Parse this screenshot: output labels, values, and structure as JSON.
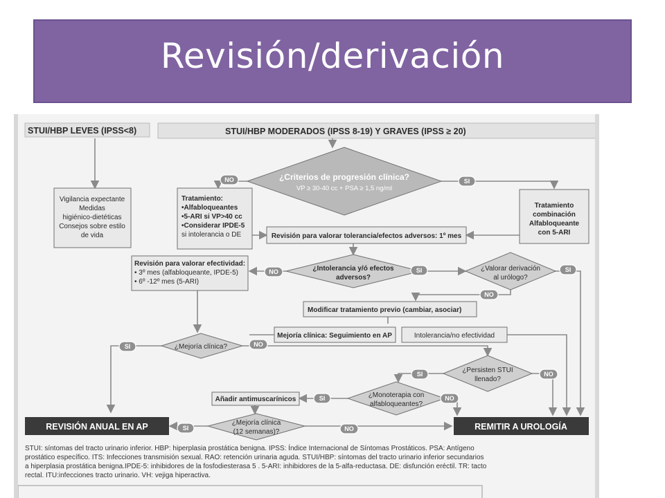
{
  "slide": {
    "title": "Revisión/derivación"
  },
  "flow": {
    "header_left": "STUI/HBP LEVES (IPSS<8)",
    "header_right": "STUI/HBP MODERADOS (IPSS 8-19) Y GRAVES (IPSS ≥ 20)",
    "decision_progression": {
      "line1": "¿Criterios de progresión clínica?",
      "line2": "VP ≥ 30-40 cc + PSA ≥ 1,5 ng/ml"
    },
    "vigilancia": [
      "Vigilancia expectante",
      "Medidas",
      "higiénico-dietéticas",
      "Consejos sobre estilo",
      "de vida"
    ],
    "tratamiento": {
      "title": "Tratamiento:",
      "items": [
        "•Alfabloqueantes",
        "•5-ARI si VP>40 cc",
        "•Considerar IPDE-5",
        " si intolerancia o DE"
      ]
    },
    "combinacion": [
      "Tratamiento",
      "combinación",
      "Alfabloqueante",
      "con 5-ARI"
    ],
    "revision_tolerancia": "Revisión para valorar tolerancia/efectos adversos: 1º mes",
    "revision_efectividad": {
      "title": "Revisión para valorar efectividad:",
      "items": [
        "• 3º mes (alfabloqueante, IPDE-5)",
        "• 6º -12º mes (5-ARI)"
      ]
    },
    "decision_intolerancia": [
      "¿Intolerancia y/ó efectos",
      "adversos?"
    ],
    "decision_derivacion": [
      "¿Valorar derivación",
      "al urólogo?"
    ],
    "modificar": "Modificar tratamiento previo (cambiar, asociar)",
    "mejoria_ap": "Mejoría clínica: Seguimiento en AP",
    "intolerancia_no_efect": "Intolerancia/no efectividad",
    "decision_mejoria": "¿Mejoría clínica?",
    "decision_persisten": [
      "¿Persisten STUI",
      "llenado?"
    ],
    "decision_monoterapia": [
      "¿Monoterapia con",
      "alfabloqueantes?"
    ],
    "antimuscarinicos": "Añadir antimuscarínicos",
    "decision_mejoria12": [
      "¿Mejoría clínica",
      "(12 semanas)?"
    ],
    "revision_anual": "REVISIÓN ANUAL EN AP",
    "remitir": "REMITIR A UROLOGÍA",
    "yes_label": "SI",
    "no_label": "NO"
  },
  "footnote": {
    "line1": "STUI: síntomas del tracto urinario inferior. HBP: hiperplasia prostática benigna. IPSS: Índice Internacional de Síntomas Prostáticos. PSA: Antígeno",
    "line2": "prostático específico. ITS: Infecciones transmisión sexual. RAO: retención urinaria aguda. STUI/HBP: síntomas del tracto urinario inferior secundarios",
    "line3": "a hiperplasia prostática benigna.IPDE-5: inhibidores de la fosfodiesterasa 5 . 5-ARI: inhibidores de la 5-alfa-reductasa. DE: disfunción eréctil. TR: tacto",
    "line4": "rectal. ITU:infecciones tracto urinario. VH: vejiga hiperactiva."
  },
  "colors": {
    "title_bg": "#8063a1",
    "scan_bg": "#f3f3f3",
    "terminal_bg": "#3a3a3a"
  }
}
